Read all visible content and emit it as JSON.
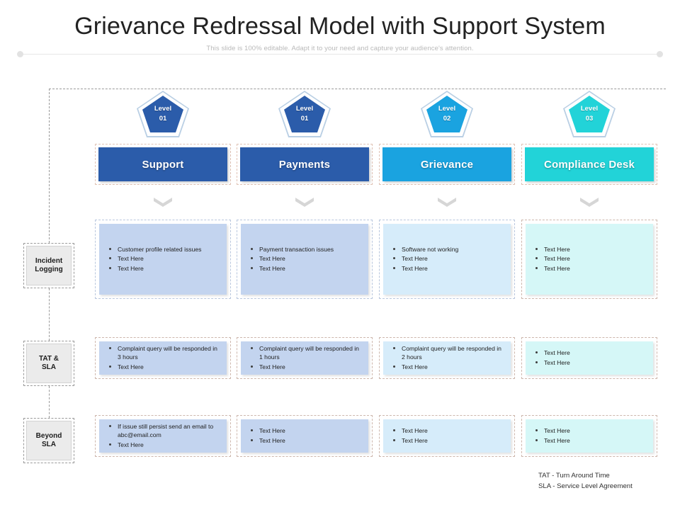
{
  "header": {
    "title": "Grievance Redressal Model with Support System",
    "subtitle": "This slide is 100% editable.  Adapt it to your need and capture your audience's attention."
  },
  "colors": {
    "col1": "#2b5caa",
    "col2": "#2b5caa",
    "col3": "#1aa3e0",
    "col4": "#22d3d8",
    "cell1": "#c3d4ef",
    "cell2": "#c3d4ef",
    "cell3": "#d6ecfa",
    "cell4": "#d5f7f7",
    "connector": "#9a9a9a",
    "chevron": "#d6d6d6"
  },
  "stages": [
    {
      "label": "Incident\nLogging",
      "name": "incident-logging"
    },
    {
      "label": "TAT &\nSLA",
      "name": "tat-sla"
    },
    {
      "label": "Beyond\nSLA",
      "name": "beyond-sla"
    }
  ],
  "columns": [
    {
      "level": "Level\n01",
      "level_line1": "Level",
      "level_line2": "01",
      "title": "Support",
      "rows": [
        [
          "Customer profile related issues",
          "Text Here",
          "Text Here"
        ],
        [
          "Complaint query will be responded in 3 hours",
          "Text Here"
        ],
        [
          "If issue still persist send an email to abc@email.com",
          "Text Here"
        ]
      ]
    },
    {
      "level": "Level\n01",
      "level_line1": "Level",
      "level_line2": "01",
      "title": "Payments",
      "rows": [
        [
          "Payment transaction issues",
          "Text Here",
          "Text Here"
        ],
        [
          "Complaint query will be responded in 1 hours",
          "Text Here"
        ],
        [
          "Text Here",
          "Text Here"
        ]
      ]
    },
    {
      "level": "Level\n02",
      "level_line1": "Level",
      "level_line2": "02",
      "title": "Grievance",
      "rows": [
        [
          "Software not working",
          "Text Here",
          "Text Here"
        ],
        [
          "Complaint query will be responded in 2 hours",
          "Text Here"
        ],
        [
          "Text Here",
          "Text Here"
        ]
      ]
    },
    {
      "level": "Level\n03",
      "level_line1": "Level",
      "level_line2": "03",
      "title": "Compliance Desk",
      "rows": [
        [
          "Text Here",
          "Text Here",
          "Text Here"
        ],
        [
          "Text Here",
          "Text Here"
        ],
        [
          "Text Here",
          "Text Here"
        ]
      ]
    }
  ],
  "legend": {
    "line1": "TAT -  Turn Around Time",
    "line2": "SLA -  Service Level Agreement"
  }
}
